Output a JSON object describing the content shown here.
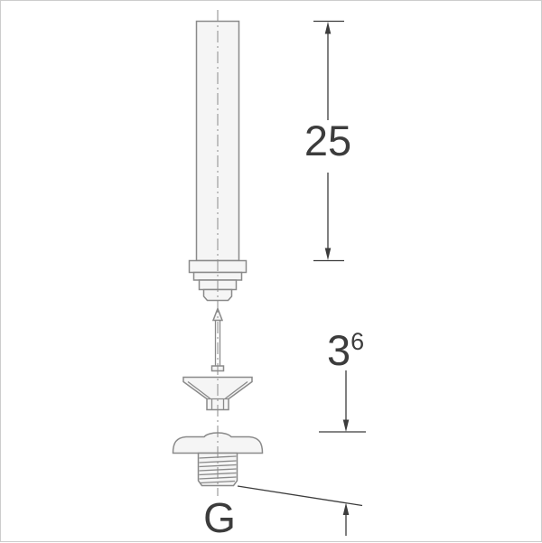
{
  "drawing": {
    "kind": "exploded-technical-drawing",
    "dimension_labels": {
      "standpipe_length": "25",
      "outlet_height_main": "3",
      "outlet_height_sup": "6"
    },
    "thread_label": "G",
    "colors": {
      "background": "#ffffff",
      "border": "#cccccc",
      "part-line": "#8a8a8a",
      "fill": "#f5f5f5",
      "dim-line": "#3c3c3c",
      "text": "#3c3c3c"
    }
  }
}
